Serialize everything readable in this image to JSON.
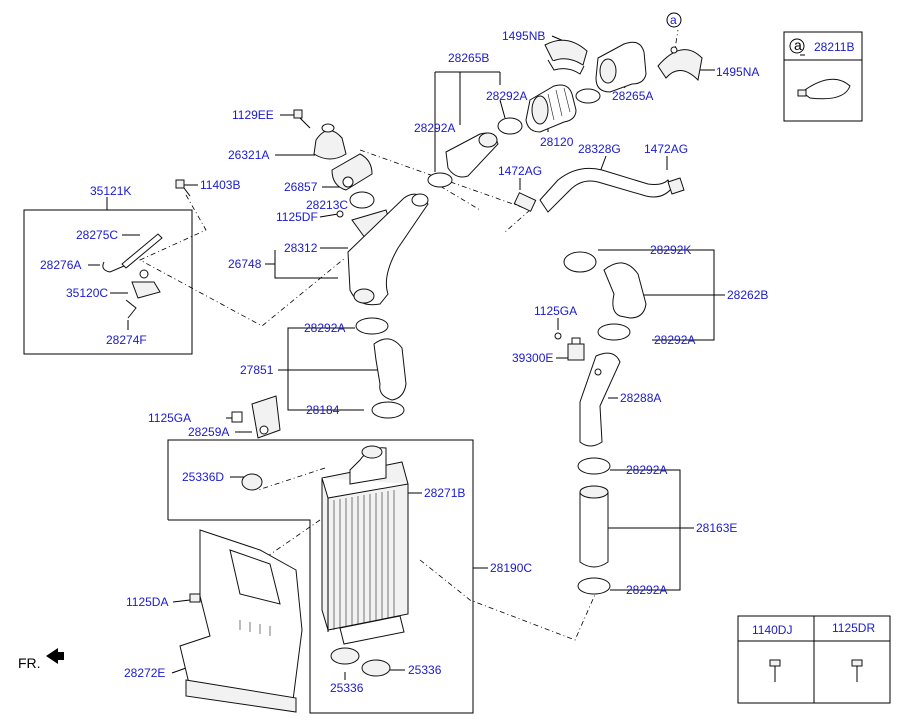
{
  "title": "",
  "labels": {
    "l1495NB": "1495NB",
    "l28265B": "28265B",
    "l28292A_top": "28292A",
    "l28292A_left": "28292A",
    "l28120": "28120",
    "l28265A": "28265A",
    "l1495NA": "1495NA",
    "callout_a": "a",
    "l28211B": "28211B",
    "l1129EE": "1129EE",
    "l26321A": "26321A",
    "l26857": "26857",
    "l28213C": "28213C",
    "l1125DF": "1125DF",
    "l28312": "28312",
    "l26748": "26748",
    "l35121K": "35121K",
    "l11403B": "11403B",
    "l28275C": "28275C",
    "l28276A": "28276A",
    "l35120C": "35120C",
    "l28274F": "28274F",
    "l28328G": "28328G",
    "l1472AG_right": "1472AG",
    "l1472AG_left": "1472AG",
    "l28292K": "28292K",
    "l28262B": "28262B",
    "l1125GA_right": "1125GA",
    "l28292A_mid": "28292A",
    "l39300E": "39300E",
    "l28288A": "28288A",
    "l28292A_left2": "28292A",
    "l27851": "27851",
    "l28184": "28184",
    "l1125GA_left": "1125GA",
    "l28259A": "28259A",
    "l25336D": "25336D",
    "l28271B": "28271B",
    "l28190C": "28190C",
    "l28292A_low1": "28292A",
    "l28163E": "28163E",
    "l28292A_low2": "28292A",
    "l1125DA": "1125DA",
    "l28272E": "28272E",
    "l25336_b": "25336",
    "l25336_c": "25336",
    "fr": "FR.",
    "l1140DJ": "1140DJ",
    "l1125DR": "1125DR"
  },
  "colors": {
    "label": "#1a1ad0",
    "line": "#000000"
  }
}
